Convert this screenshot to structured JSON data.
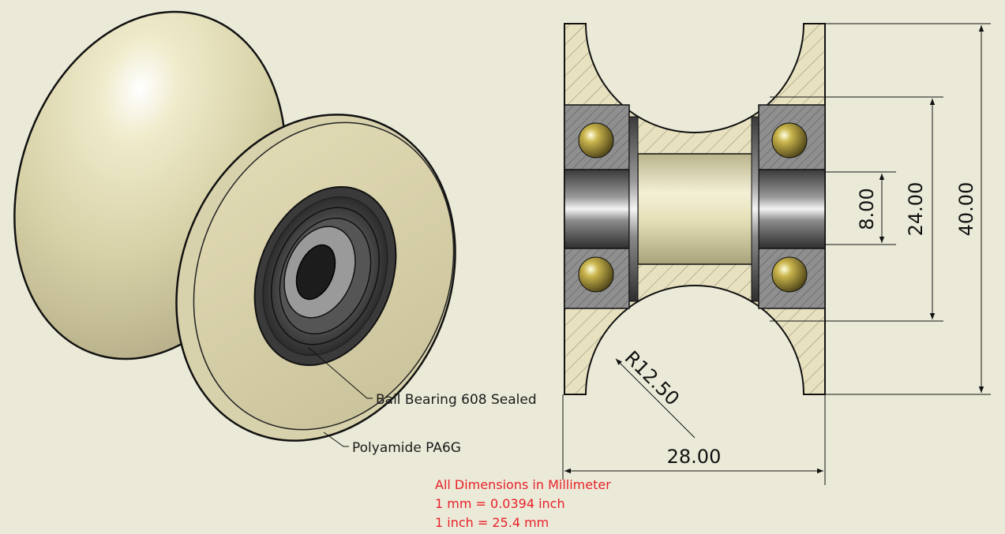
{
  "callouts": {
    "bearing": "Ball Bearing 608 Sealed",
    "material": "Polyamide PA6G"
  },
  "dimensions": {
    "radius": "R12.50",
    "width": "28.00",
    "bore": "8.00",
    "bearing_seat": "24.00",
    "overall_diameter": "40.00"
  },
  "notes": [
    "All Dimensions in Millimeter",
    "1 mm = 0.0394 inch",
    "1 inch = 25.4 mm"
  ],
  "colors": {
    "background": "#EBEAD8",
    "body": "#E6E0B8",
    "note_text": "#E8202A"
  }
}
